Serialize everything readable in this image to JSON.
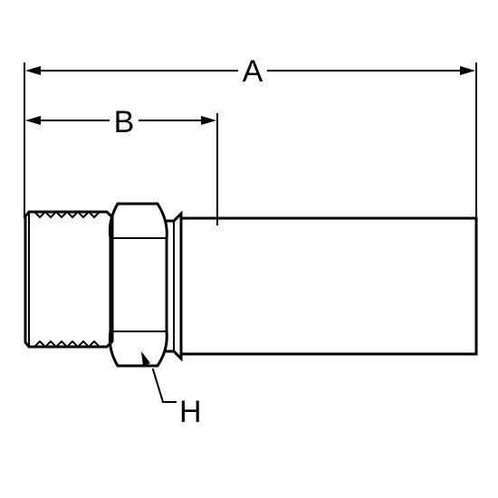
{
  "diagram": {
    "dimension_labels": {
      "overall_length": "A",
      "thread_length": "B",
      "hex": "H"
    },
    "colors": {
      "line": "#000000",
      "background": "#ffffff"
    }
  }
}
